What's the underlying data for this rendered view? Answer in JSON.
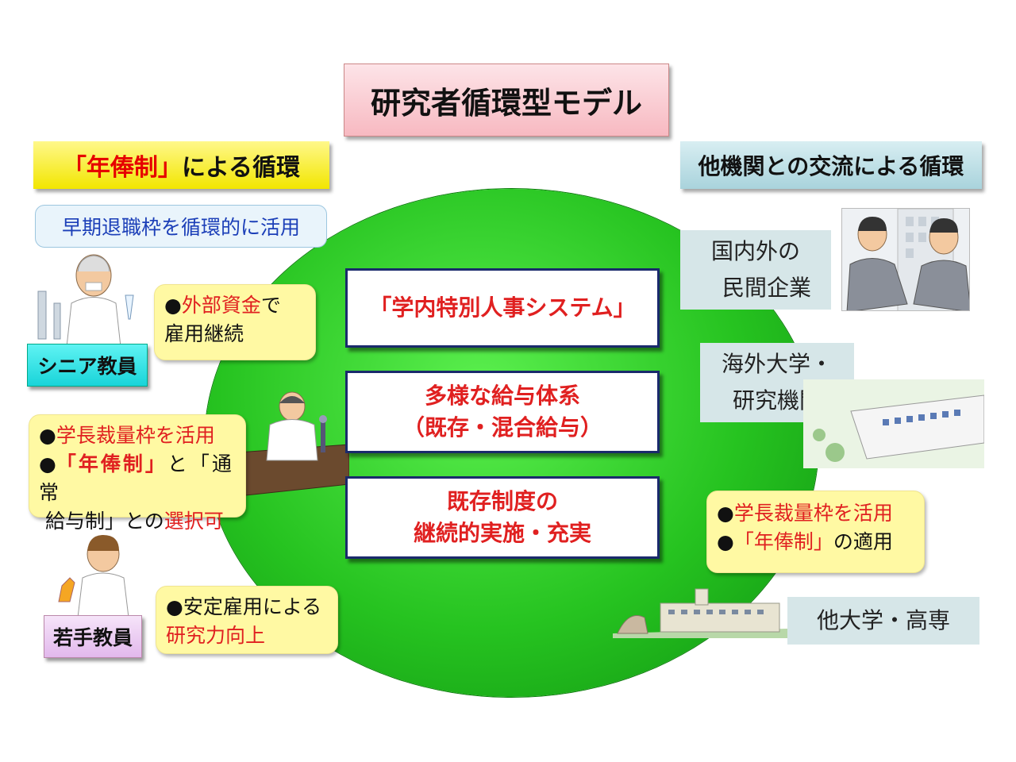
{
  "title": "研究者循環型モデル",
  "left": {
    "header_quote": "「年俸制」",
    "header_rest": "による循環",
    "pill": "早期退職枠を循環的に活用",
    "senior": {
      "tag": "シニア教員",
      "bullet": "●",
      "line1_red": "外部資金",
      "line1_rest": "で",
      "line2": "雇用継続"
    },
    "middle": {
      "bullet": "●",
      "line1_red": "学長裁量枠を活用",
      "line2_quote": "「年俸制」",
      "line2_rest": "と「通常",
      "line3_a": "給与制」との",
      "line3_red": "選択可"
    },
    "young": {
      "tag": "若手教員",
      "bullet": "●",
      "line1": "安定雇用による",
      "line2_red": "研究力向上"
    }
  },
  "center": {
    "box1": "「学内特別人事システム」",
    "box2_line1": "多様な給与体系",
    "box2_line2": "（既存・混合給与）",
    "box3_line1": "既存制度の",
    "box3_line2": "継続的実施・充実"
  },
  "right": {
    "header": "他機関との交流による循環",
    "private_line1": "国内外の",
    "private_line2": "民間企業",
    "overseas_line1": "海外大学・",
    "overseas_line2": "研究機関",
    "callout": {
      "bullet": "●",
      "line1_red": "学長裁量枠を活用",
      "line2_red": "「年俸制」",
      "line2_rest": "の適用"
    },
    "other": "他大学・高専"
  },
  "colors": {
    "accent_red": "#e02020",
    "circle_green": "#26c320",
    "navy_border": "#1a2a6c",
    "callout_yellow": "#fff9a3"
  }
}
